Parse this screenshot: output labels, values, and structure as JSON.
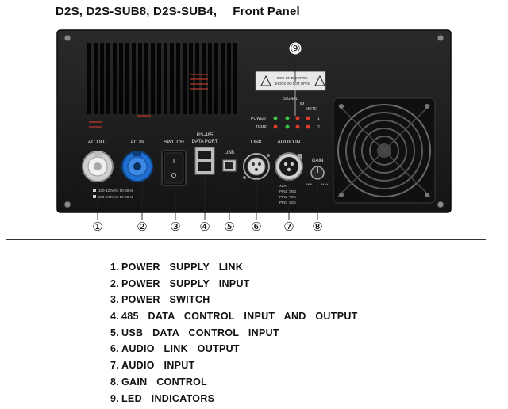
{
  "title": {
    "models": "D2S, D2S-SUB8, D2S-SUB4,",
    "panel": "Front Panel"
  },
  "panel_labels": {
    "ac_out": "AC OUT",
    "ac_in": "AC IN",
    "switch": "SWITCH",
    "rs485_line1": "RS-485",
    "rs485_line2": "DATA PORT",
    "usb": "USB",
    "link": "LINK",
    "audio_in": "AUDIO IN",
    "gain": "GAIN",
    "gain_min": "MIN",
    "gain_max": "MAX",
    "signal": "SIGNAL",
    "limit": "LIM",
    "mute": "MUTE",
    "power": "POWER",
    "temp": "TEMP",
    "ch1": "1",
    "ch2": "2",
    "warning_line1": "RISK OF ELECTRIC",
    "warning_line2": "SHOCK DO NOT OPEN",
    "ac_rating_1": "100-120VAC 50-60Hz",
    "ac_rating_2": "200-240VAC 50-60Hz",
    "switch_on": "I",
    "switch_off": "O",
    "xlr_title": "XLR:",
    "xlr_pin1": "PIN1 GND",
    "xlr_pin2": "PIN2 POS",
    "xlr_pin3": "PIN3 NGE"
  },
  "callouts": [
    "①",
    "②",
    "③",
    "④",
    "⑤",
    "⑥",
    "⑦",
    "⑧",
    "⑨"
  ],
  "legend": [
    {
      "num": "1.",
      "text": "POWER SUPPLY LINK"
    },
    {
      "num": "2.",
      "text": "POWER SUPPLY INPUT"
    },
    {
      "num": "3.",
      "text": "POWER SWITCH"
    },
    {
      "num": "4.",
      "text": "485 DATA CONTROL INPUT AND OUTPUT"
    },
    {
      "num": "5.",
      "text": "USB DATA CONTROL INPUT"
    },
    {
      "num": "6.",
      "text": "AUDIO LINK OUTPUT"
    },
    {
      "num": "7.",
      "text": "AUDIO INPUT"
    },
    {
      "num": "8.",
      "text": "GAIN CONTROL"
    },
    {
      "num": "9.",
      "text": "LED INDICATORS"
    }
  ],
  "colors": {
    "panel": "#1b1b1d",
    "ac_in_connector": "#1f6fd1",
    "ac_out_connector": "#d8d8d8",
    "led_green": "#3ec43e",
    "led_red": "#e03a2a",
    "fuse_lines": "#b23a2a"
  }
}
